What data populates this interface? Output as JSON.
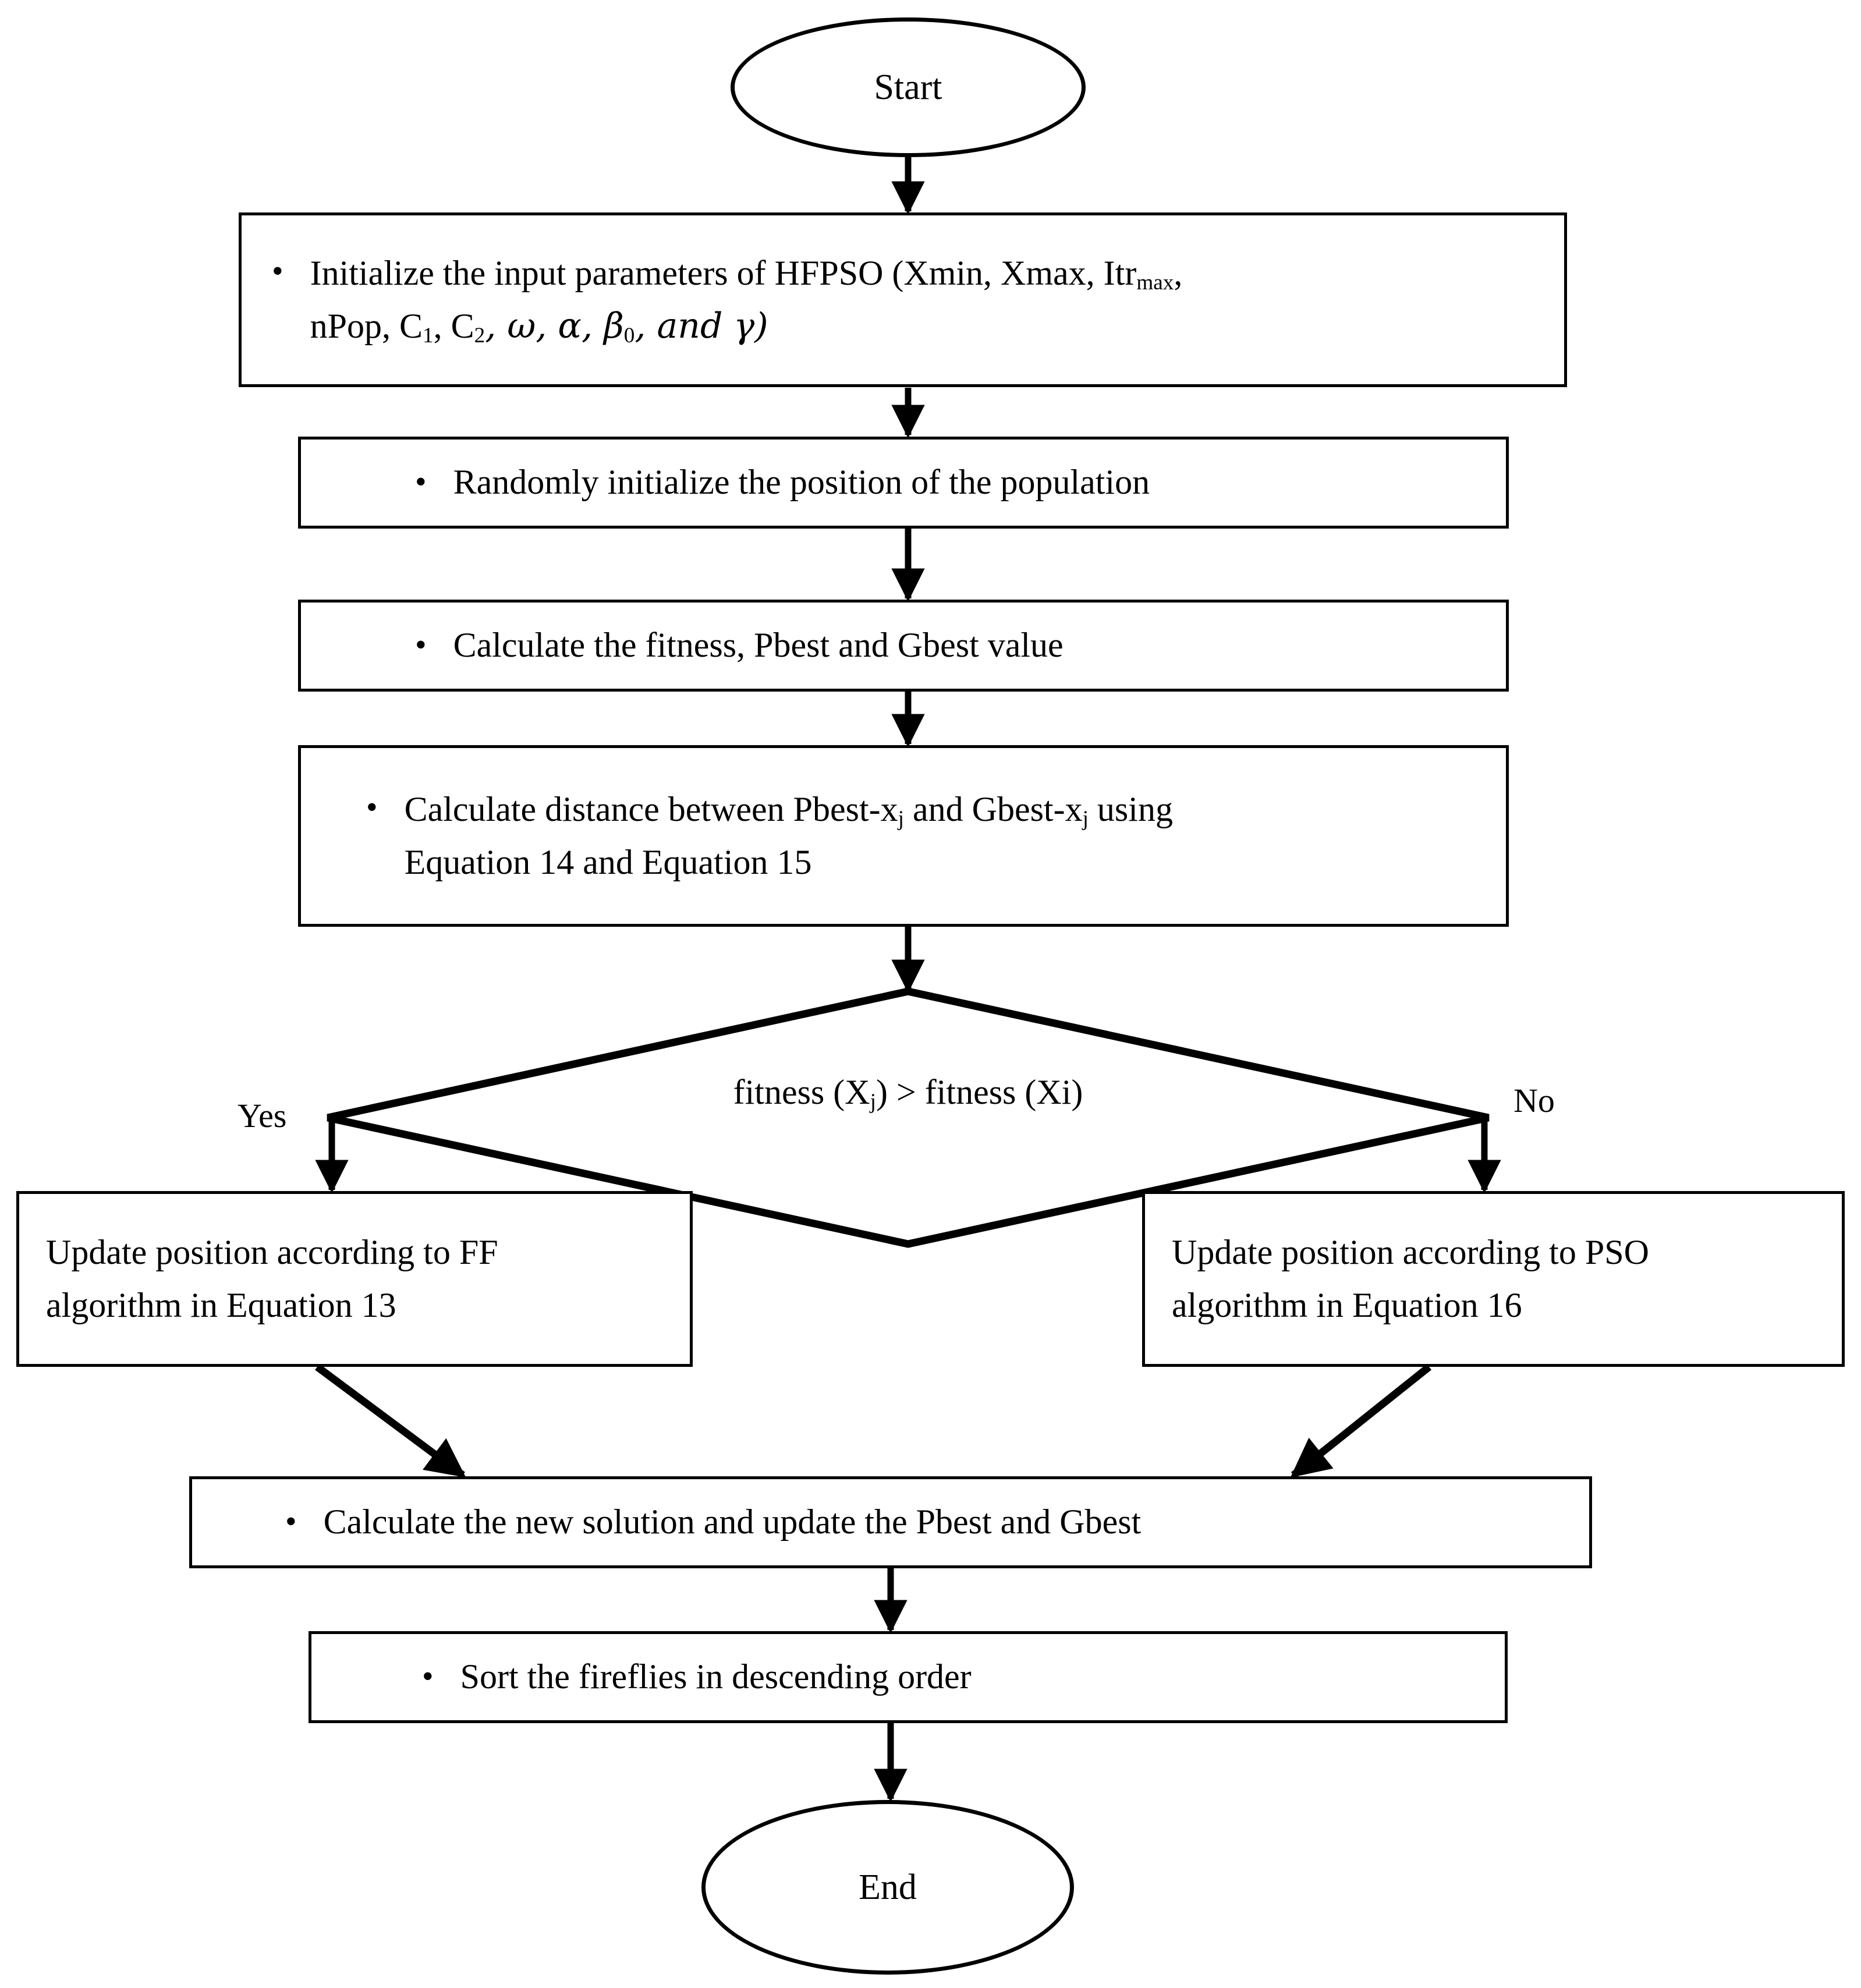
{
  "diagram": {
    "title": "HFPSO algorithm flowchart",
    "type": "flowchart",
    "stroke_color": "#000000",
    "background_color": "#ffffff",
    "nodes": {
      "start": {
        "shape": "ellipse",
        "label": "Start"
      },
      "init_params": {
        "shape": "process",
        "bullet": "•",
        "line1": "Initialize the input parameters of HFPSO (Xmin, Xmax, Itr",
        "line1_sub": "max",
        "line1_tail": ",",
        "line2_pre": "nPop, C",
        "line2_sub1": "1",
        "line2_mid1": ", C",
        "line2_sub2": "2",
        "line2_mid2": ", ω, α, β",
        "line2_sub3": "0",
        "line2_tail": ", and γ)"
      },
      "random_init": {
        "shape": "process",
        "bullet": "•",
        "text": "Randomly initialize the position of the population"
      },
      "calc_fitness": {
        "shape": "process",
        "bullet": "•",
        "text": "Calculate the fitness, Pbest and Gbest value"
      },
      "calc_distance": {
        "shape": "process",
        "bullet": "•",
        "line1_pre": "Calculate distance between Pbest-x",
        "line1_sub1": "j",
        "line1_mid": " and Gbest-x",
        "line1_sub2": "j",
        "line1_tail": " using",
        "line2": "Equation 14 and Equation 15"
      },
      "decision": {
        "shape": "diamond",
        "label_pre": "fitness (X",
        "label_sub": "j",
        "label_tail": ") > fitness (Xi)",
        "yes_label": "Yes",
        "no_label": "No"
      },
      "update_ff": {
        "shape": "process",
        "line1": "Update  position  according  to  FF",
        "line2": "algorithm in Equation 13"
      },
      "update_pso": {
        "shape": "process",
        "line1": "Update position according to PSO",
        "line2": "algorithm in Equation 16"
      },
      "new_solution": {
        "shape": "process",
        "bullet": "•",
        "text": "Calculate the new solution and update the Pbest and Gbest"
      },
      "sort_fireflies": {
        "shape": "process",
        "bullet": "•",
        "text": "Sort the fireflies in descending order"
      },
      "end": {
        "shape": "ellipse",
        "label": "End"
      }
    },
    "edges": [
      {
        "from": "start",
        "to": "init_params",
        "kind": "straight-down"
      },
      {
        "from": "init_params",
        "to": "random_init",
        "kind": "straight-down"
      },
      {
        "from": "random_init",
        "to": "calc_fitness",
        "kind": "straight-down"
      },
      {
        "from": "calc_fitness",
        "to": "calc_distance",
        "kind": "straight-down"
      },
      {
        "from": "calc_distance",
        "to": "decision",
        "kind": "straight-down"
      },
      {
        "from": "decision",
        "to": "update_ff",
        "kind": "branch-left",
        "label": "Yes"
      },
      {
        "from": "decision",
        "to": "update_pso",
        "kind": "branch-right",
        "label": "No"
      },
      {
        "from": "update_ff",
        "to": "new_solution",
        "kind": "diagonal-down-right"
      },
      {
        "from": "update_pso",
        "to": "new_solution",
        "kind": "diagonal-down-left"
      },
      {
        "from": "new_solution",
        "to": "sort_fireflies",
        "kind": "straight-down"
      },
      {
        "from": "sort_fireflies",
        "to": "end",
        "kind": "straight-down"
      }
    ]
  }
}
